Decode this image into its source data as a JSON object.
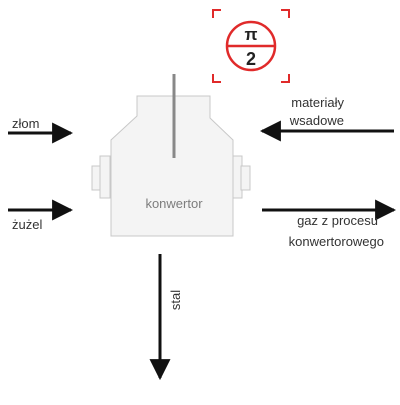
{
  "badge": {
    "top_symbol": "π",
    "bottom_number": "2",
    "color": "#e02a2a"
  },
  "converter": {
    "label": "konwertor",
    "fill": "#f4f4f4",
    "stroke": "#c8c8c8",
    "label_color": "#7d7d7d",
    "lance_color": "#888888"
  },
  "flows": {
    "input_left_top": "złom",
    "input_left_bottom": "żużel",
    "input_right_line1": "materiały",
    "input_right_line2": "wsadowe",
    "output_right_line1": "gaz z procesu",
    "output_right_line2": "konwertorowego",
    "output_bottom": "stal",
    "arrow_color": "#111111",
    "text_color": "#333333"
  }
}
